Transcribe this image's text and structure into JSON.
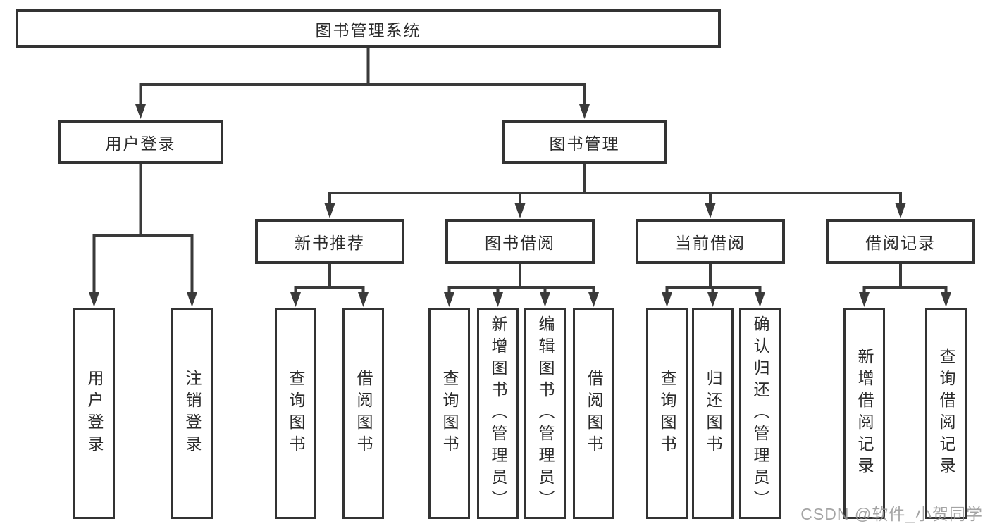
{
  "diagram": {
    "root": "图书管理系统",
    "level2": {
      "user_login": "用户登录",
      "book_management": "图书管理"
    },
    "level3": {
      "new_book": "新书推荐",
      "book_borrow": "图书借阅",
      "current_borrow": "当前借阅",
      "borrow_records": "借阅记录"
    },
    "leaves": {
      "user_login": [
        "用户登录",
        "注销登录"
      ],
      "new_book": [
        "查询图书",
        "借阅图书"
      ],
      "book_borrow": [
        "查询图书",
        "新增图书（管理员）",
        "编辑图书（管理员）",
        "借阅图书"
      ],
      "current_borrow": [
        "查询图书",
        "归还图书",
        "确认归还（管理员）"
      ],
      "borrow_records": [
        "新增借阅记录",
        "查询借阅记录"
      ]
    }
  },
  "watermark": "CSDN @软件_小贺同学",
  "colors": {
    "line": "#3a3a3a",
    "box_border": "#333333",
    "text": "#2b2b2b",
    "watermark": "#949494"
  }
}
